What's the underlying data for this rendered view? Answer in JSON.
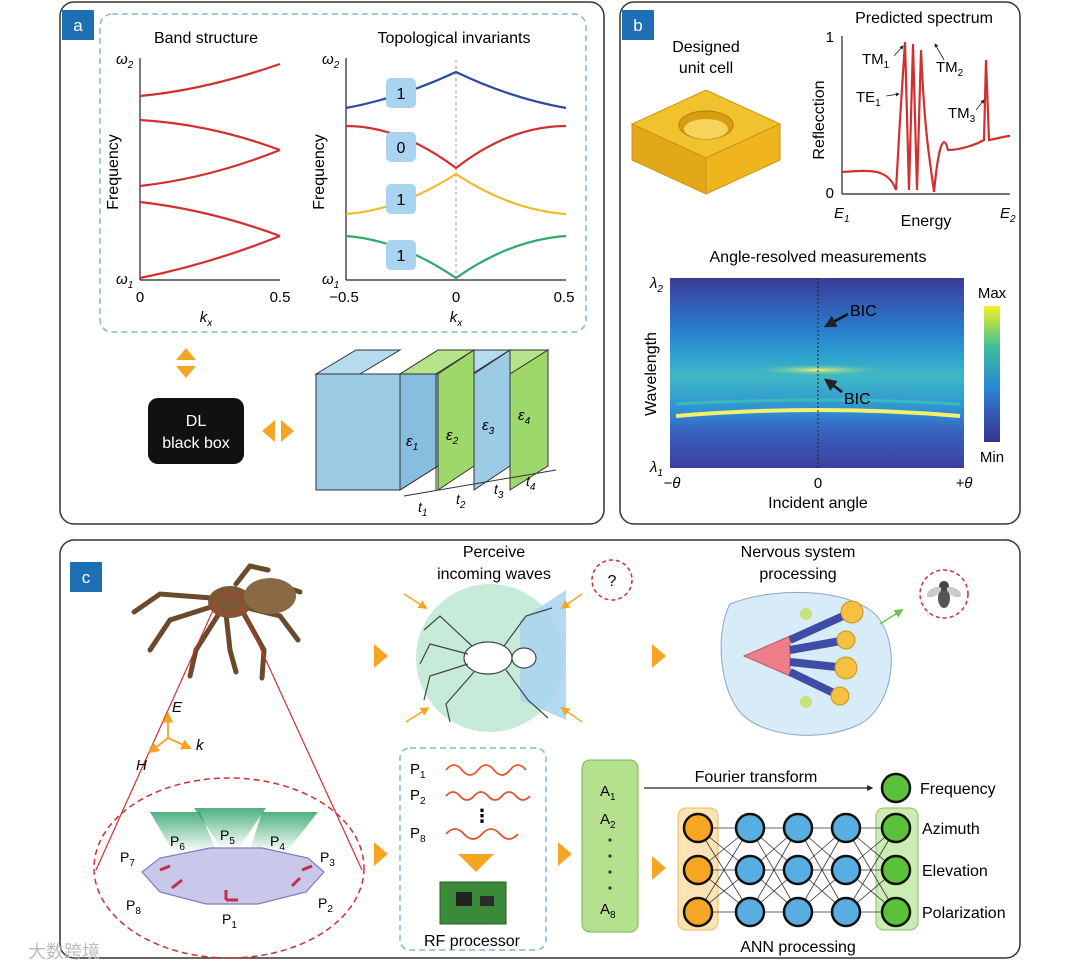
{
  "panel_a": {
    "tag": "a",
    "band_title": "Band structure",
    "topo_title": "Topological invariants",
    "ylabel": "Frequency",
    "omega_top": "ω",
    "omega_top_sub": "2",
    "omega_bot": "ω",
    "omega_bot_sub": "1",
    "k_label": "k",
    "k_sub": "x",
    "band_ticks": [
      "0",
      "0.5"
    ],
    "topo_ticks": [
      "−0.5",
      "0",
      "0.5"
    ],
    "invariants": [
      "1",
      "0",
      "1",
      "1"
    ],
    "dl_line1": "DL",
    "dl_line2": "black box",
    "eps": [
      {
        "b": "ε",
        "s": "1"
      },
      {
        "b": "ε",
        "s": "2"
      },
      {
        "b": "ε",
        "s": "3"
      },
      {
        "b": "ε",
        "s": "4"
      }
    ],
    "thick": [
      {
        "b": "t",
        "s": "1"
      },
      {
        "b": "t",
        "s": "2"
      },
      {
        "b": "t",
        "s": "3"
      },
      {
        "b": "t",
        "s": "4"
      }
    ]
  },
  "panel_b": {
    "tag": "b",
    "unit_cell_line1": "Designed",
    "unit_cell_line2": "unit cell",
    "spec_title": "Predicted spectrum",
    "spec_ylabel": "Reflecction",
    "spec_xlabel": "Energy",
    "spec_y1": "1",
    "spec_y0": "0",
    "e1": "E",
    "e1_sub": "1",
    "e2": "E",
    "e2_sub": "2",
    "modes": [
      {
        "b": "TM",
        "s": "1"
      },
      {
        "b": "TM",
        "s": "2"
      },
      {
        "b": "TE",
        "s": "1"
      },
      {
        "b": "TM",
        "s": "3"
      }
    ],
    "ang_title": "Angle-resolved measurements",
    "wavelength": "Wavelength",
    "lam2": "λ",
    "lam2_sub": "2",
    "lam1": "λ",
    "lam1_sub": "1",
    "bic1": "BIC",
    "bic2": "BIC",
    "cb_max": "Max",
    "cb_min": "Min",
    "x_minus": "−θ",
    "x_zero": "0",
    "x_plus": "+θ",
    "incident": "Incident angle"
  },
  "panel_c": {
    "tag": "c",
    "perceive_line1": "Perceive",
    "perceive_line2": "incoming waves",
    "question": "?",
    "nervous_line1": "Nervous system",
    "nervous_line2": "processing",
    "field_e": "E",
    "field_k": "k",
    "field_h": "H",
    "p_labels": [
      {
        "b": "P",
        "s": "1"
      },
      {
        "b": "P",
        "s": "2"
      },
      {
        "b": "P",
        "s": "3"
      },
      {
        "b": "P",
        "s": "4"
      },
      {
        "b": "P",
        "s": "5"
      },
      {
        "b": "P",
        "s": "6"
      },
      {
        "b": "P",
        "s": "7"
      },
      {
        "b": "P",
        "s": "8"
      }
    ],
    "wave_labels": [
      {
        "b": "P",
        "s": "1"
      },
      {
        "b": "P",
        "s": "2"
      },
      {
        "b": "P",
        "s": "8"
      }
    ],
    "rf_processor": "RF processor",
    "a_labels": [
      {
        "b": "A",
        "s": "1"
      },
      {
        "b": "A",
        "s": "2"
      },
      {
        "b": "A",
        "s": "8"
      }
    ],
    "fourier": "Fourier transform",
    "outputs": [
      "Frequency",
      "Azimuth",
      "Elevation",
      "Polarization"
    ],
    "ann": "ANN processing"
  },
  "watermark": "大数跨境",
  "colors": {
    "panel_border": "#333333",
    "tag_bg": "#1f6fb5",
    "dashed_blue": "#7fb7e0",
    "band_red": "#d32f2f",
    "band_blue": "#2c4aa0",
    "band_yellow": "#f2b930",
    "band_green": "#2eaa6a",
    "invariant_box": "#a8d4f0",
    "arrow_orange": "#f4a623",
    "layer_blue": "#9ccbe6",
    "layer_green": "#9fd86a",
    "cell_gold": "#f2c12e",
    "node_orange": "#f5a623",
    "node_blue": "#58aee0",
    "node_green": "#5cc13a"
  }
}
